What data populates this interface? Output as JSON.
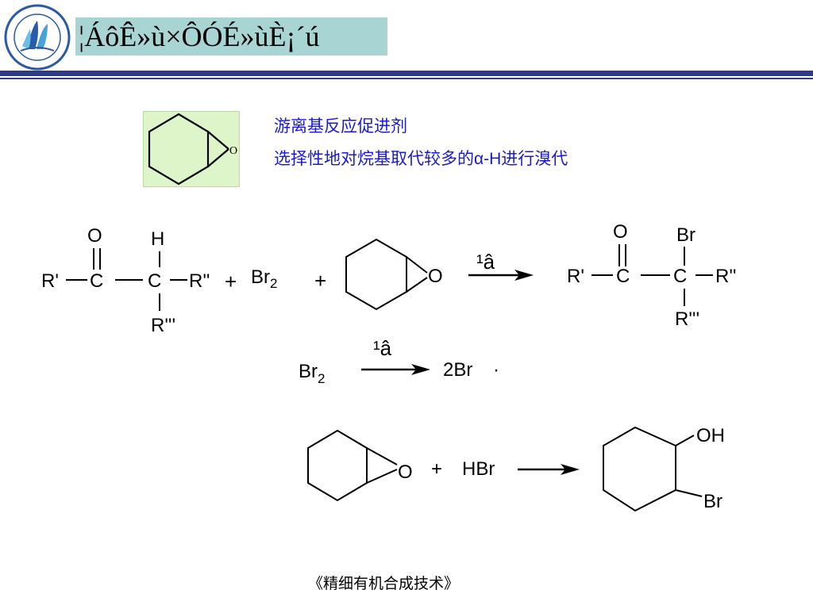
{
  "header": {
    "title": "¦ÁôÊ»ù×ÔÓÉ»ùÈ¡´ú"
  },
  "notes": {
    "line1": "游离基反应促进剂",
    "line2": "选择性地对烷基取代较多的α-H进行溴代"
  },
  "thumbnail": {
    "oxygen": "O"
  },
  "reaction1": {
    "carbonyl_o": "O",
    "h": "H",
    "r1": "R'",
    "c1": "C",
    "c2": "C",
    "r2": "R''",
    "r3": "R'''",
    "plus1": "+",
    "br2_base": "Br",
    "br2_sub": "2",
    "plus2": "+",
    "epox_o": "O",
    "arrow_label": "¹â",
    "prod_o": "O",
    "prod_br": "Br",
    "prod_r1": "R'",
    "prod_c1": "C",
    "prod_c2": "C",
    "prod_r2": "R''",
    "prod_r3": "R'''"
  },
  "reaction2": {
    "br2_base": "Br",
    "br2_sub": "2",
    "arrow_label": "¹â",
    "product": "2Br",
    "radical_dot": "·"
  },
  "reaction3": {
    "epox_o": "O",
    "plus": "+",
    "reagent": "HBr",
    "prod_oh": "OH",
    "prod_br": "Br"
  },
  "footer": {
    "text": "《精细有机合成技术》"
  }
}
